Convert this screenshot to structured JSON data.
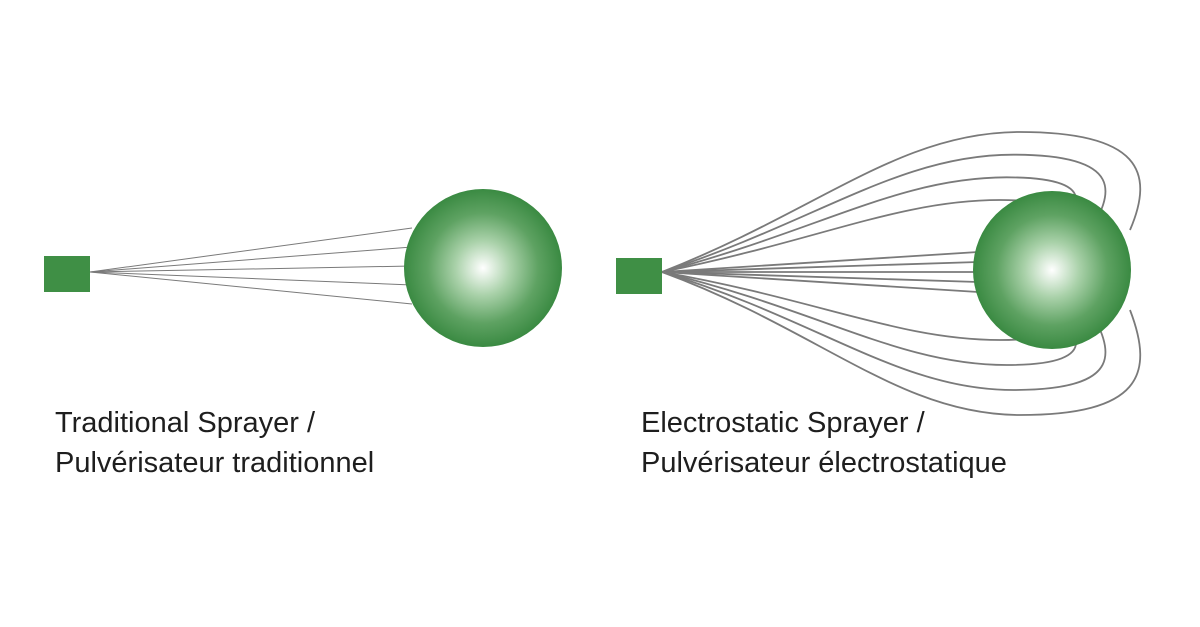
{
  "diagrams": [
    {
      "id": "traditional",
      "caption_line1": "Traditional Sprayer /",
      "caption_line2": "Pulvérisateur traditionnel",
      "spray_line_count": 5,
      "wraparound_line_count": 0
    },
    {
      "id": "electrostatic",
      "caption_line1": "Electrostatic Sprayer /",
      "caption_line2": "Pulvérisateur électrostatique",
      "spray_line_count": 13,
      "wraparound_line_count": 8
    }
  ],
  "colors": {
    "nozzle": "#3f8f45",
    "target_edge": "#3a8a42",
    "target_mid": "#6fae72",
    "target_highlight": "#ffffff",
    "spray_line": "#7a7a7a",
    "caption_text": "#1e1e1e",
    "background": "#ffffff"
  }
}
